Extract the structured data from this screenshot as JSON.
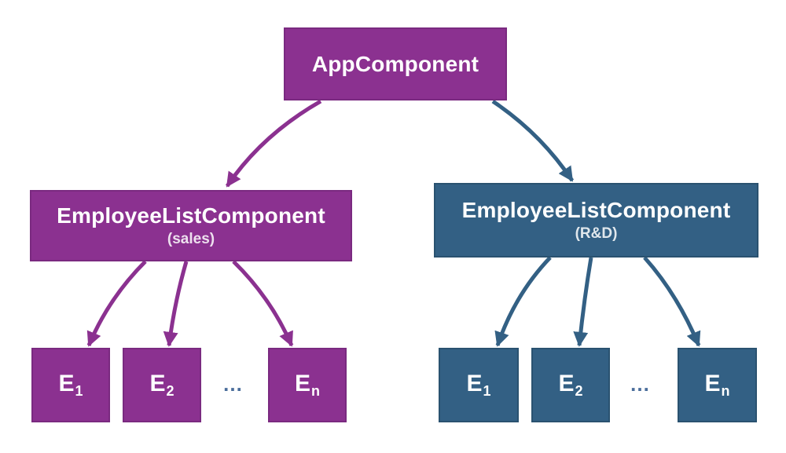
{
  "colors": {
    "purple": "#8B3190",
    "purple_dark": "#7A2A80",
    "blue": "#336084",
    "blue_dark": "#2A5270",
    "ellipsis": "#4A6D9B"
  },
  "root": {
    "label": "AppComponent"
  },
  "branches": [
    {
      "label": "EmployeeListComponent",
      "sublabel": "(sales)",
      "ellipsis": "…",
      "children": [
        {
          "main": "E",
          "sub": "1"
        },
        {
          "main": "E",
          "sub": "2"
        },
        {
          "main": "E",
          "sub": "n"
        }
      ]
    },
    {
      "label": "EmployeeListComponent",
      "sublabel": "(R&D)",
      "ellipsis": "…",
      "children": [
        {
          "main": "E",
          "sub": "1"
        },
        {
          "main": "E",
          "sub": "2"
        },
        {
          "main": "E",
          "sub": "n"
        }
      ]
    }
  ]
}
